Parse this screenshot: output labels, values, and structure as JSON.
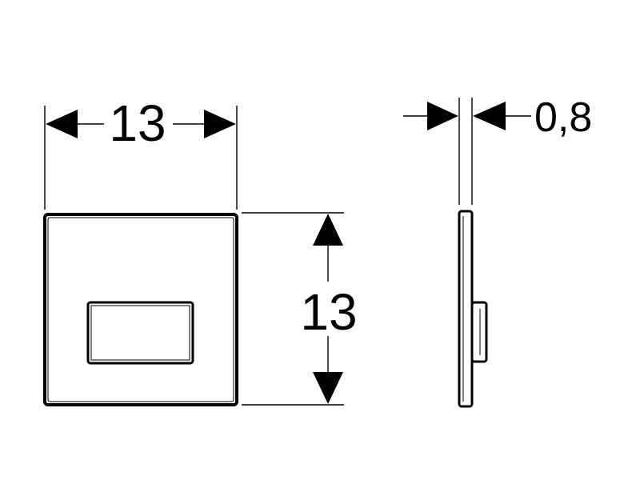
{
  "dimensions": {
    "front_width": "13",
    "front_height": "13",
    "side_depth": "0,8"
  },
  "colors": {
    "line": "#000000",
    "background": "#ffffff"
  }
}
